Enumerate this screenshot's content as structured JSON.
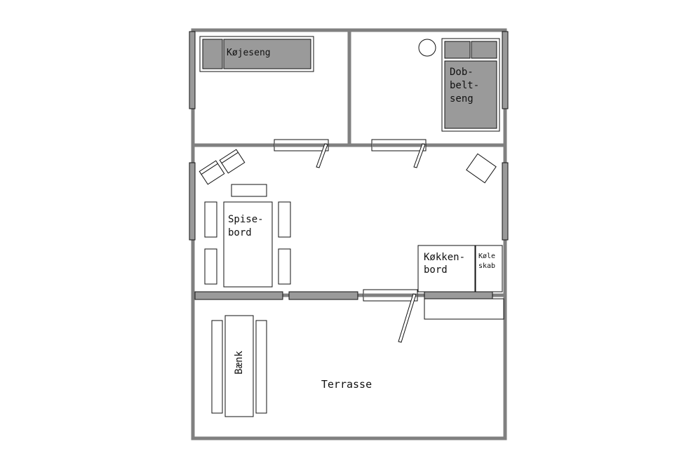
{
  "rooms": {
    "bunk_bed": "Køjeseng",
    "double_bed": [
      "Dob-",
      "belt-",
      "seng"
    ],
    "dining_table": [
      "Spise-",
      "bord"
    ],
    "kitchen_counter": [
      "Køkken-",
      "bord"
    ],
    "fridge": [
      "Køle",
      "skab"
    ],
    "bench": "Bænk",
    "terrace": "Terrasse"
  },
  "colors": {
    "wall": "#808080",
    "furniture_fill": "#9a9a9a",
    "line": "#111111",
    "background": "#ffffff"
  }
}
